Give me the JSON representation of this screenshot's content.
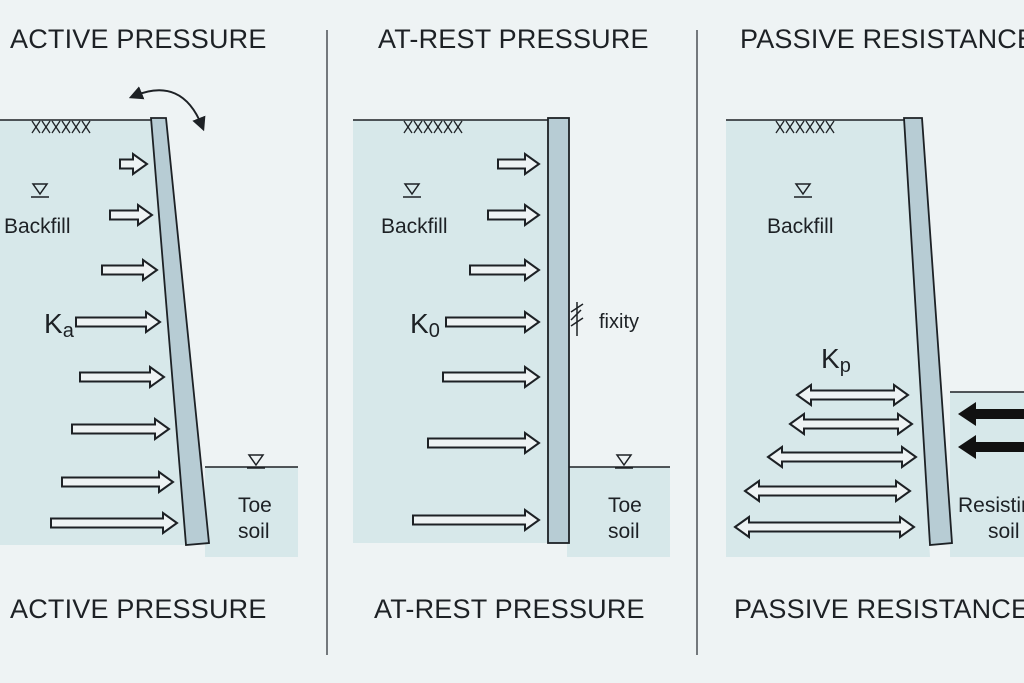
{
  "panels": [
    {
      "title_top": "ACTIVE PRESSURE",
      "title_bottom": "ACTIVE PRESSURE",
      "backfill_label": "Backfill",
      "coefficient": {
        "symbol": "K",
        "subscript": "a"
      },
      "toe_label": [
        "Toe",
        "soil"
      ]
    },
    {
      "title_top": "AT-REST PRESSURE",
      "title_bottom": "AT-REST PRESSURE",
      "backfill_label": "Backfill",
      "coefficient": {
        "symbol": "K",
        "subscript": "0"
      },
      "fixity_label": "fixity",
      "toe_label": [
        "Toe",
        "soil"
      ]
    },
    {
      "title_top": "PASSIVE RESISTANCE",
      "title_bottom": "PASSIVE RESISTANCE",
      "backfill_label": "Backfill",
      "coefficient": {
        "symbol": "K",
        "subscript": "p"
      },
      "toe_label": [
        "Resisting",
        "soil"
      ]
    }
  ],
  "colors": {
    "background": "#eef3f4",
    "soil": "#d7e8ea",
    "wall": "#b7ccd4",
    "outline": "#1d2125"
  }
}
